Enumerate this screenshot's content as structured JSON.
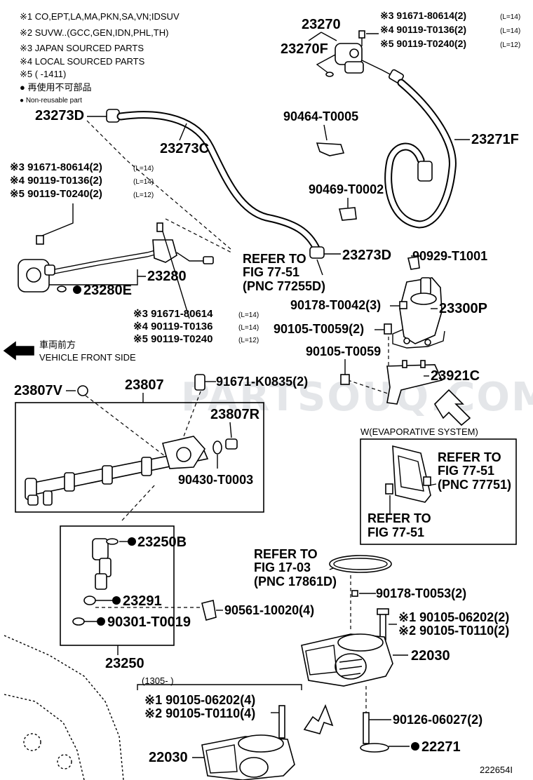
{
  "legend": [
    "※1 CO,EPT,LA,MA,PKN,SA,VN;IDSUV",
    "※2 SUVW..(GCC,GEN,IDN,PHL,TH)",
    "※3 JAPAN SOURCED PARTS",
    "※4 LOCAL SOURCED PARTS",
    "※5 (     -1411)",
    "● 再使用不可部品",
    "● Non-reusable part"
  ],
  "watermark": "PARTSOUQ.COM",
  "direction": {
    "jp": "車両前方",
    "en": "VEHICLE FRONT SIDE"
  },
  "diagram_id": "222654I",
  "labels": {
    "p23270": "23270",
    "p23270F": "23270F",
    "top_right_3": "※3 91671-80614(2)",
    "top_right_3_q": "(L=14)",
    "top_right_4": "※4 90119-T0136(2)",
    "top_right_4_q": "(L=14)",
    "top_right_5": "※5 90119-T0240(2)",
    "top_right_5_q": "(L=12)",
    "p23273D_a": "23273D",
    "p23273C": "23273C",
    "p90464": "90464-T0005",
    "p23271F": "23271F",
    "left_3": "※3 91671-80614(2)",
    "left_3_q": "(L=14)",
    "left_4": "※4 90119-T0136(2)",
    "left_4_q": "(L=14)",
    "left_5": "※5 90119-T0240(2)",
    "left_5_q": "(L=12)",
    "p90469": "90469-T0002",
    "refer_77_51_a": "REFER TO",
    "refer_77_51_b": "FIG 77-51",
    "refer_77_51_c": "(PNC 77255D)",
    "p23273D_b": "23273D",
    "p90929": "90929-T1001",
    "p23280": "23280",
    "p23280E": "23280E",
    "p90178_42": "90178-T0042(3)",
    "p23300P": "23300P",
    "mid_3": "※3 91671-80614",
    "mid_3_q": "(L=14)",
    "mid_4": "※4 90119-T0136",
    "mid_4_q": "(L=14)",
    "mid_5": "※5 90119-T0240",
    "mid_5_q": "(L=12)",
    "p90105_59_2": "90105-T0059(2)",
    "p90105_59": "90105-T0059",
    "p23807V": "23807V",
    "p23807": "23807",
    "p91671_K0835": "91671-K0835(2)",
    "p23921C": "23921C",
    "p23807R": "23807R",
    "p90430": "90430-T0003",
    "evap_title": "W(EVAPORATIVE SYSTEM)",
    "evap_ref1_a": "REFER TO",
    "evap_ref1_b": "FIG 77-51",
    "evap_ref1_c": "(PNC 77751)",
    "evap_ref2_a": "REFER TO",
    "evap_ref2_b": "FIG 77-51",
    "p23250B": "23250B",
    "ref_17_03_a": "REFER TO",
    "ref_17_03_b": "FIG 17-03",
    "ref_17_03_c": "(PNC 17861D)",
    "p90178_53": "90178-T0053(2)",
    "p23291": "23291",
    "p90561": "90561-10020(4)",
    "r_1_06202": "※1 90105-06202(2)",
    "r_2_T0110": "※2 90105-T0110(2)",
    "p90301": "90301-T0019",
    "p22030_a": "22030",
    "p23250": "23250",
    "date_range": "(1305-      )",
    "b_1_06202": "※1 90105-06202(4)",
    "b_2_T0110": "※2 90105-T0110(4)",
    "p90126": "90126-06027(2)",
    "p22030_b": "22030",
    "p22271": "22271"
  }
}
